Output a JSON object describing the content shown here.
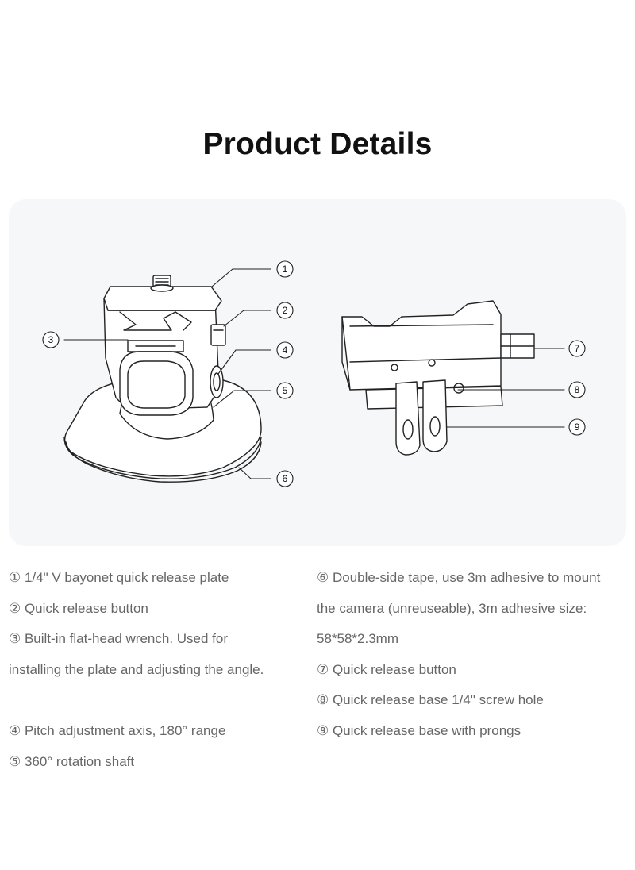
{
  "page": {
    "title": "Product Details"
  },
  "diagram": {
    "callouts": [
      "1",
      "2",
      "3",
      "4",
      "5",
      "6",
      "7",
      "8",
      "9"
    ]
  },
  "descriptions": {
    "left": [
      "① 1/4\" V bayonet quick release plate",
      "② Quick release button",
      "③ Built-in flat-head wrench. Used for",
      "installing the plate and adjusting the angle.",
      "④ Pitch adjustment axis, 180° range",
      "⑤ 360° rotation shaft"
    ],
    "right": [
      "⑥ Double-side tape, use 3m adhesive to mount",
      "the camera (unreuseable), 3m adhesive size:",
      "58*58*2.3mm",
      "⑦ Quick release button",
      "⑧ Quick release base 1/4\" screw hole",
      "⑨ Quick release base with prongs"
    ]
  }
}
